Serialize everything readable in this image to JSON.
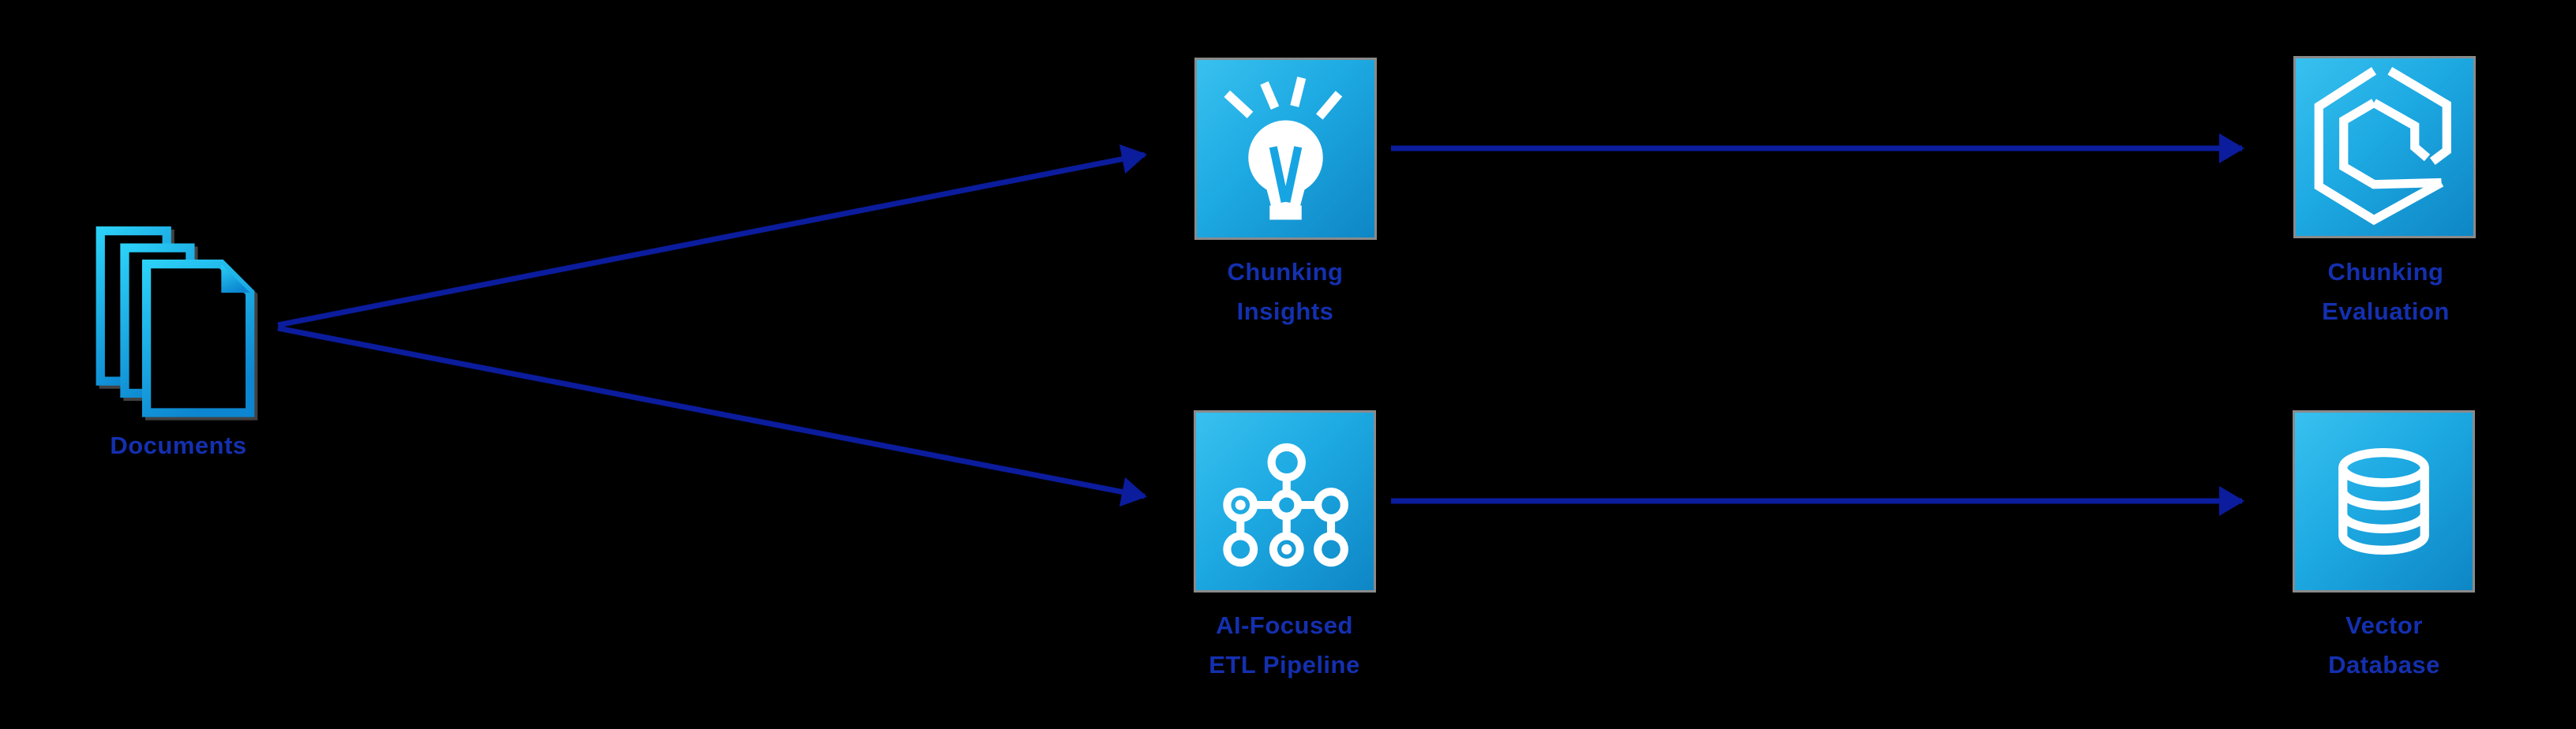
{
  "diagram": {
    "background_color": "#000000",
    "arrow_color": "#0b1c9c",
    "label_color": "#1430b0",
    "tile_gradient": [
      "#38c1ef",
      "#0e86c5"
    ],
    "icon_foreground": "#ffffff",
    "nodes": {
      "documents": {
        "label": "Documents",
        "icon": "documents-stack-icon"
      },
      "chunking_insights": {
        "label_line1": "Chunking",
        "label_line2": "Insights",
        "icon": "lightbulb-icon"
      },
      "ai_focused_etl_pipeline": {
        "label_line1": "AI-Focused",
        "label_line2": "ETL Pipeline",
        "icon": "network-pipeline-icon"
      },
      "chunking_evaluation": {
        "label_line1": "Chunking",
        "label_line2": "Evaluation",
        "icon": "hexagon-chunk-icon"
      },
      "vector_database": {
        "label_line1": "Vector",
        "label_line2": "Database",
        "icon": "database-icon"
      }
    },
    "edges": [
      {
        "from": "Documents",
        "to": "Chunking Insights"
      },
      {
        "from": "Documents",
        "to": "AI-Focused ETL Pipeline"
      },
      {
        "from": "Chunking Insights",
        "to": "Chunking Evaluation"
      },
      {
        "from": "AI-Focused ETL Pipeline",
        "to": "Vector Database"
      }
    ]
  }
}
